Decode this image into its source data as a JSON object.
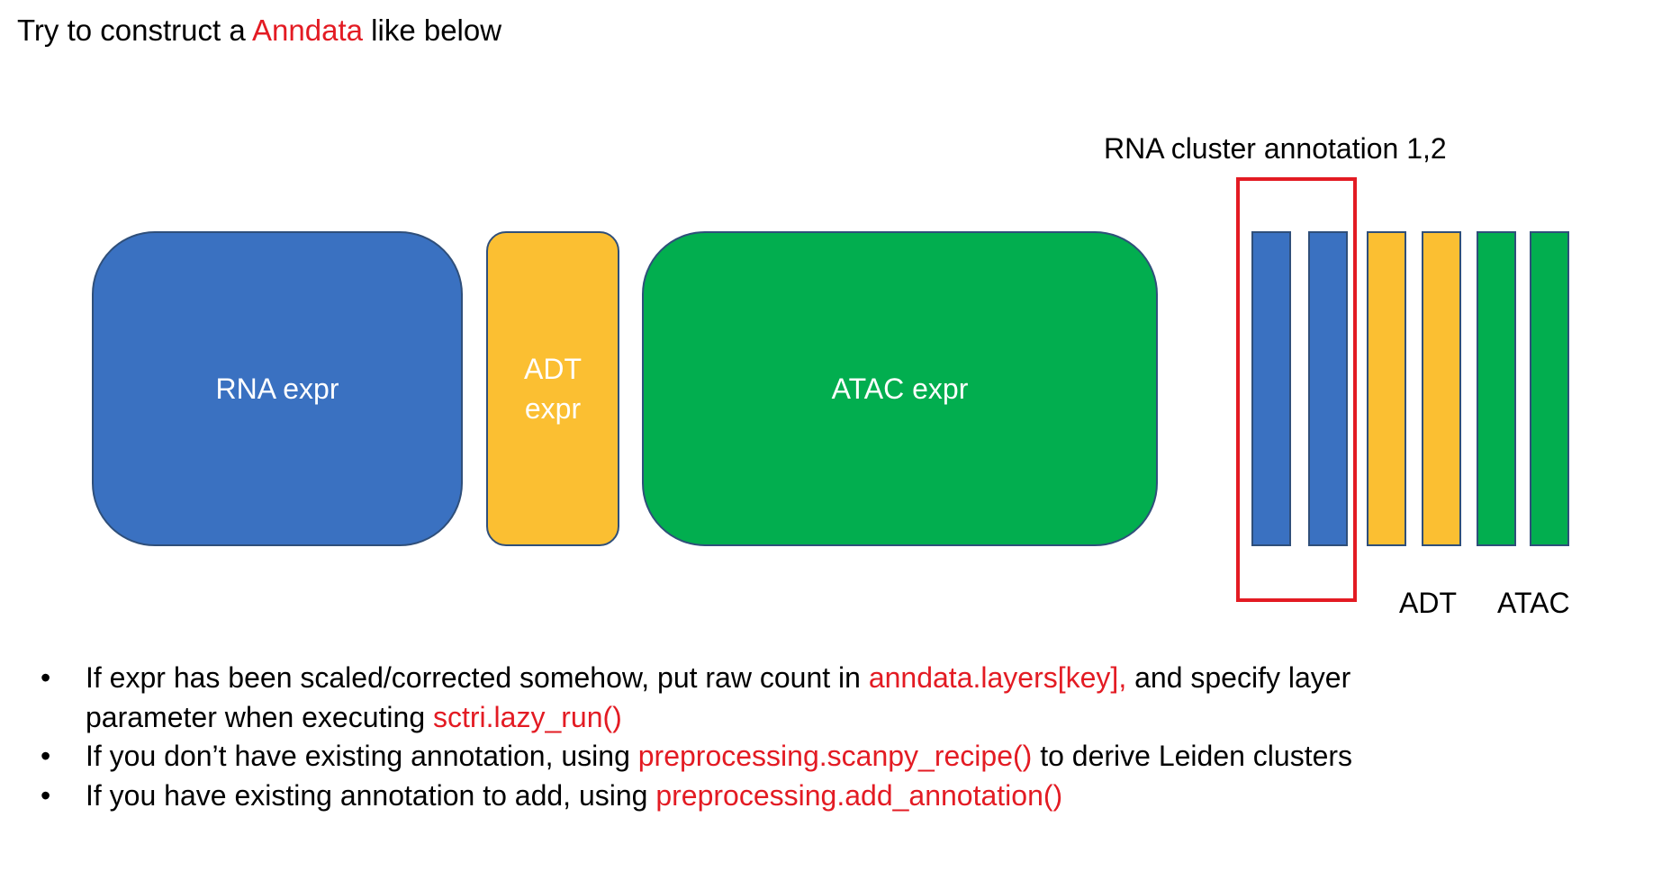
{
  "title": {
    "prefix": "Try to construct a ",
    "highlight": "Anndata",
    "suffix": " like below"
  },
  "blocks": {
    "rna": {
      "line1": "RNA expr"
    },
    "adt": {
      "line1": "ADT",
      "line2": "expr"
    },
    "atac": {
      "line1": "ATAC expr"
    }
  },
  "annotation": {
    "label": "RNA cluster annotation 1,2",
    "adt_label": "ADT",
    "atac_label": "ATAC"
  },
  "bullets": [
    {
      "dot": "•",
      "t1": "If expr has been scaled/corrected somehow, put raw count in ",
      "h1": "anndata.layers[key],",
      "t2": " and specify layer parameter when executing ",
      "h2": "sctri.lazy_run()",
      "t3": ""
    },
    {
      "dot": "•",
      "t1": "If you don’t have existing annotation, using ",
      "h1": "preprocessing.scanpy_recipe()",
      "t2": " to derive Leiden clusters"
    },
    {
      "dot": "•",
      "t1": "If you have existing annotation to add, using ",
      "h1": "preprocessing.add_annotation()"
    }
  ],
  "colors": {
    "blue": "#3a71c1",
    "yellow": "#fbbf32",
    "green": "#02ae4f",
    "highlight_red": "#e31b23"
  }
}
